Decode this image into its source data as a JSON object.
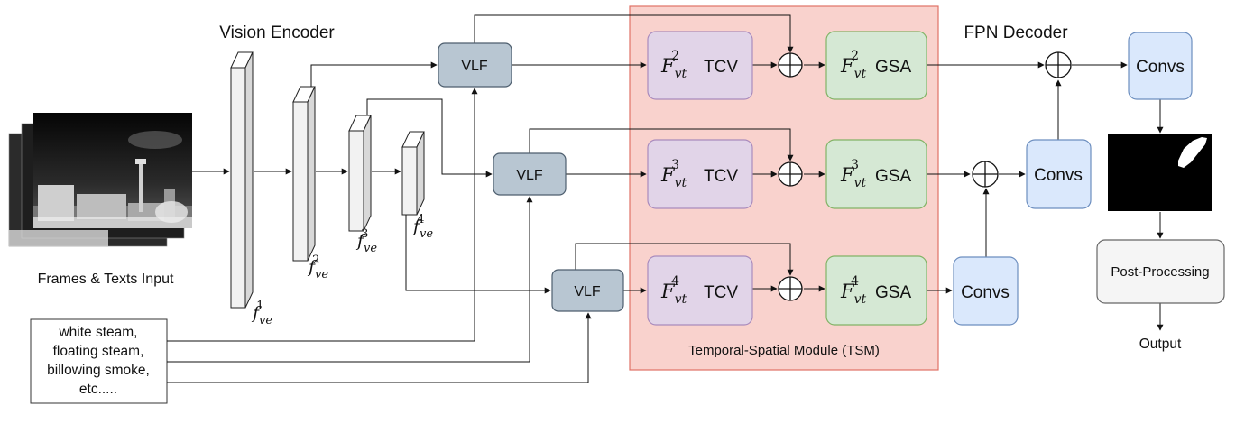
{
  "labels": {
    "vision_encoder": "Vision Encoder",
    "fpn_decoder": "FPN Decoder",
    "input_caption": "Frames & Texts Input",
    "tsm_caption": "Temporal-Spatial Module (TSM)",
    "post_processing": "Post-Processing",
    "output": "Output"
  },
  "text_prompt_lines": [
    "white steam,",
    "floating steam,",
    "billowing smoke,",
    "etc....."
  ],
  "vlf_label": "VLF",
  "tcv_label": "TCV",
  "gsa_label": "GSA",
  "convs_label": "Convs",
  "feature_symbols": {
    "base": "f",
    "subscript": "ve",
    "levels": [
      "1",
      "2",
      "3",
      "4"
    ]
  },
  "tsm_symbol": {
    "base": "F",
    "subscript": "vt",
    "levels": [
      "2",
      "3",
      "4"
    ]
  },
  "colors": {
    "tsm_background": "#f9d2cd",
    "tsm_border": "#e07166",
    "tcv_fill": "#e1d4e8",
    "tcv_border": "#a98bbd",
    "gsa_fill": "#d5e8d4",
    "gsa_border": "#82b366",
    "vlf_fill": "#b8c6d2",
    "vlf_border": "#4d5e6e",
    "convs_fill": "#dae8fc",
    "convs_border": "#6c8ebf",
    "post_fill": "#f5f5f5",
    "post_border": "#666666"
  }
}
